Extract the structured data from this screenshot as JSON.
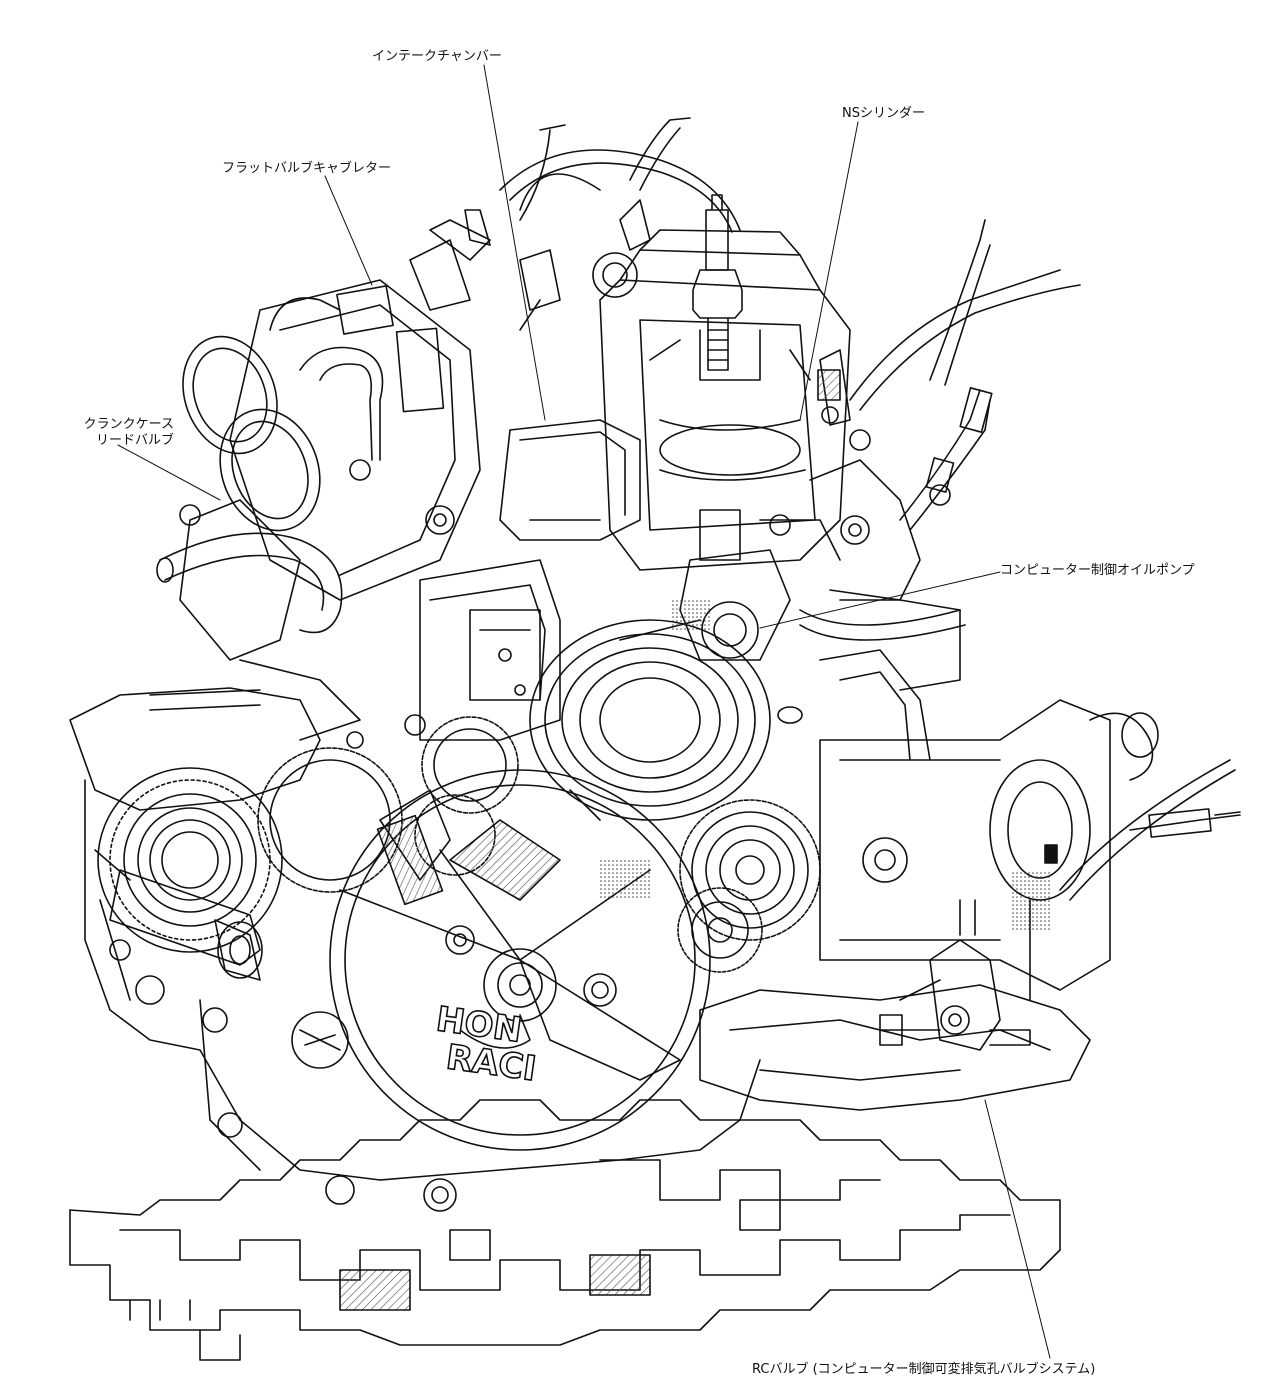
{
  "labels": {
    "intake_chamber": "インテークチャンバー",
    "flat_valve_carburetor": "フラットバルブキャブレター",
    "ns_cylinder": "NSシリンダー",
    "crankcase_reed_valve_line1": "クランクケース",
    "crankcase_reed_valve_line2": "リードバルブ",
    "computer_oil_pump": "コンピューター制御オイルポンプ",
    "rc_valve": "RCバルブ (コンピューター制御可変排気孔バルブシステム)"
  },
  "cover_lettering": "HONDA RACING",
  "colors": {
    "ink": "#111111",
    "paper": "#ffffff",
    "hatch": "#555555"
  }
}
